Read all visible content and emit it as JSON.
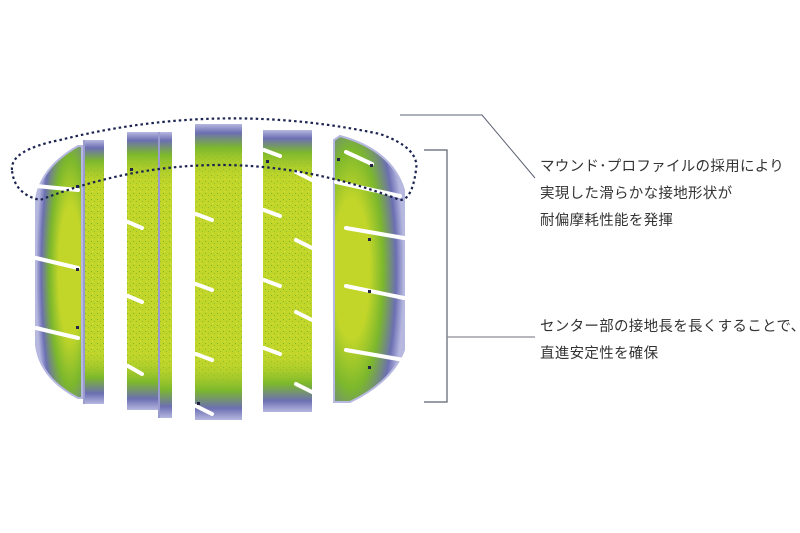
{
  "figure": {
    "description": "Tire contact patch (footprint) pressure map with annotations",
    "colors": {
      "background": "#ffffff",
      "high_contact": "#c2d62a",
      "mid_contact": "#7cb82c",
      "edge_contact": "#6c6fb2",
      "fringe": "#b6b8e0",
      "groove": "#ffffff",
      "dotted_outline": "#1b2350",
      "leader_line": "#5a6070",
      "text": "#333333"
    }
  },
  "annotations": [
    {
      "id": "mound-profile",
      "lines": [
        "マウンド･プロファイルの採用により",
        "実現した滑らかな接地形状が",
        "耐偏摩耗性能を発揮"
      ]
    },
    {
      "id": "center-contact-length",
      "lines": [
        "センター部の接地長を長くすることで、",
        "直進安定性を確保"
      ]
    }
  ]
}
